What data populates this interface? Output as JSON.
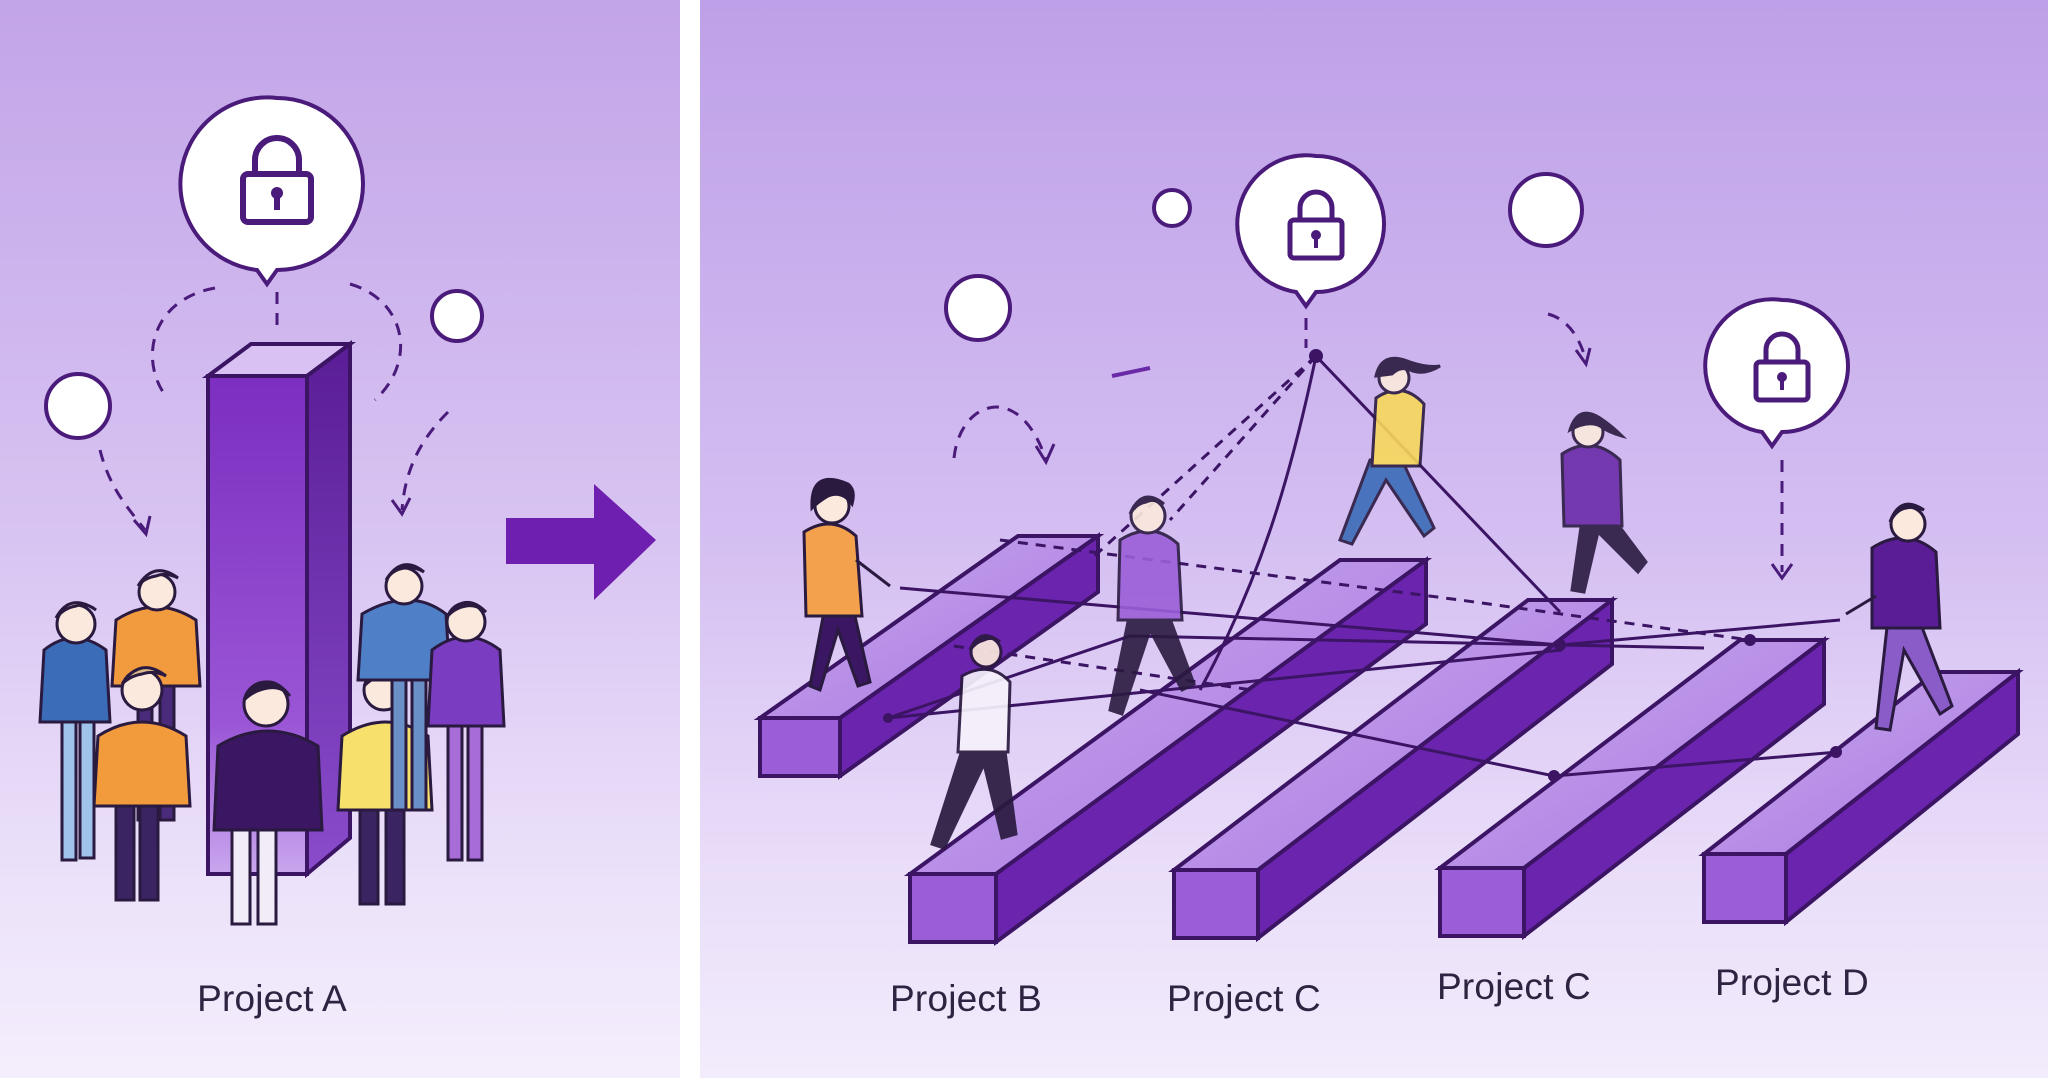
{
  "left_panel": {
    "label": "Project A"
  },
  "right_panel": {
    "labels": [
      "Project B",
      "Project C",
      "Project C",
      "Project D"
    ]
  },
  "icons": [
    "lock-icon",
    "arrow-right-icon"
  ],
  "colors": {
    "primary_purple": "#7a2fc0",
    "dark_purple": "#4a1b7a",
    "light_purple": "#b98ae0",
    "background_top": "#c2a4e8",
    "background_bottom": "#f4eefc"
  }
}
